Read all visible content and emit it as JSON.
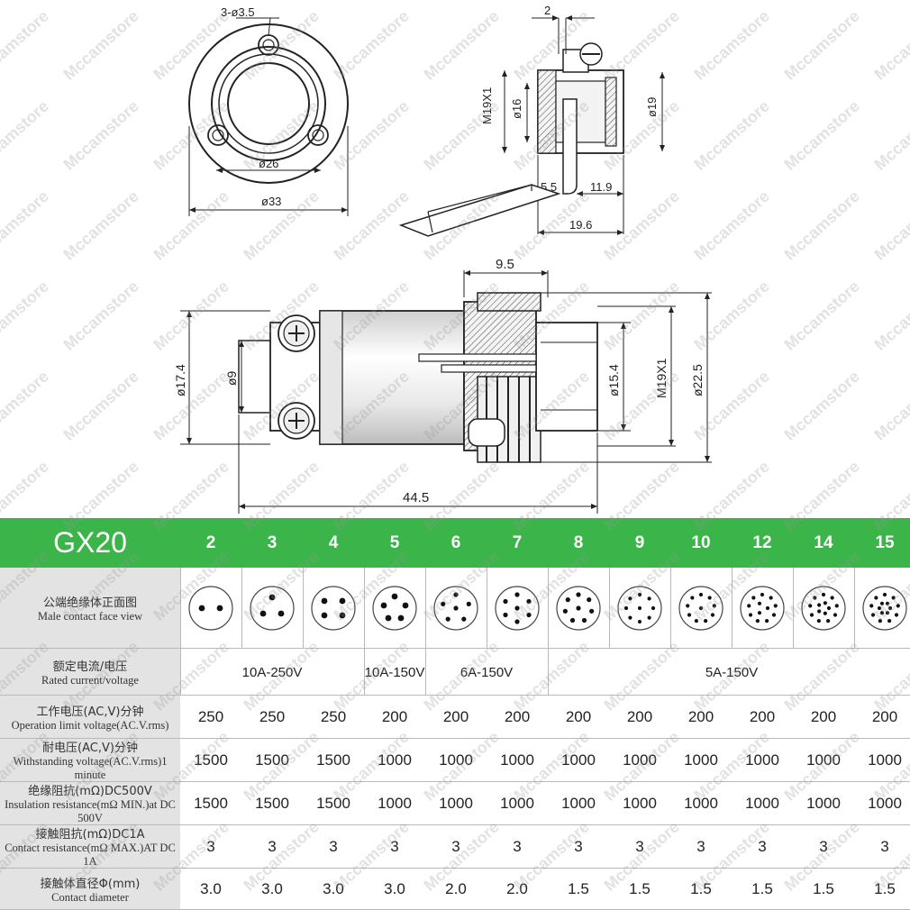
{
  "drawing": {
    "top_view": {
      "hole_label": "3-ø3.5",
      "inner_label": "ø26",
      "outer_label": "ø33"
    },
    "side_view": {
      "panel_label": "2",
      "thread_label": "M19X1",
      "body_label": "ø16",
      "nut_label": "ø19",
      "dim_a": "5.5",
      "dim_b": "11.9",
      "dim_c": "19.6"
    },
    "main_view": {
      "dim_top": "9.5",
      "dim_left_outer": "ø17.4",
      "dim_left_inner": "ø9",
      "dim_pin": "ø15.4",
      "dim_thread": "M19X1",
      "dim_outer": "ø22.5",
      "dim_length": "44.5"
    }
  },
  "watermark_text": "Mccamstore",
  "table": {
    "model": "GX20",
    "header_color": "#3bb54a",
    "pin_counts": [
      "2",
      "3",
      "4",
      "5",
      "6",
      "7",
      "8",
      "9",
      "10",
      "12",
      "14",
      "15"
    ],
    "rows": [
      {
        "label_zh": "公端绝缘体正面图",
        "label_en": "Male contact face view"
      },
      {
        "label_zh": "额定电流/电压",
        "label_en": "Rated current/voltage",
        "groups": [
          "10A-250V",
          "10A-150V",
          "6A-150V",
          "5A-150V"
        ]
      },
      {
        "label_zh": "工作电压(AC,V)分钟",
        "label_en": "Operation limit voltage(AC.V.rms)",
        "values": [
          "250",
          "250",
          "250",
          "200",
          "200",
          "200",
          "200",
          "200",
          "200",
          "200",
          "200",
          "200"
        ]
      },
      {
        "label_zh": "耐电压(AC,V)分钟",
        "label_en": "Withstanding voltage(AC.V.rms)1 minute",
        "values": [
          "1500",
          "1500",
          "1500",
          "1000",
          "1000",
          "1000",
          "1000",
          "1000",
          "1000",
          "1000",
          "1000",
          "1000"
        ]
      },
      {
        "label_zh": "绝缘阻抗(mΩ)DC500V",
        "label_en": "Insulation resistance(mΩ MIN.)at DC 500V",
        "values": [
          "1500",
          "1500",
          "1500",
          "1000",
          "1000",
          "1000",
          "1000",
          "1000",
          "1000",
          "1000",
          "1000",
          "1000"
        ]
      },
      {
        "label_zh": "接触阻抗(mΩ)DC1A",
        "label_en": "Contact resistance(mΩ MAX.)AT DC 1A",
        "values": [
          "3",
          "3",
          "3",
          "3",
          "3",
          "3",
          "3",
          "3",
          "3",
          "3",
          "3",
          "3"
        ]
      },
      {
        "label_zh": "接触体直径Φ(mm)",
        "label_en": "Contact diameter",
        "values": [
          "3.0",
          "3.0",
          "3.0",
          "3.0",
          "2.0",
          "2.0",
          "1.5",
          "1.5",
          "1.5",
          "1.5",
          "1.5",
          "1.5"
        ]
      }
    ]
  }
}
